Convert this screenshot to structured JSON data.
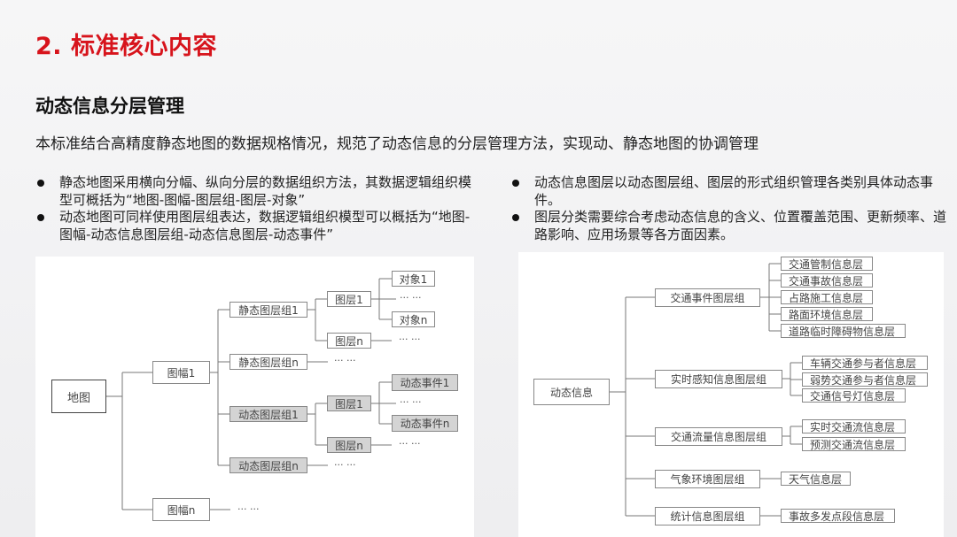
{
  "header": {
    "title": "2. 标准核心内容"
  },
  "section": {
    "subtitle": "动态信息分层管理",
    "description": "本标准结合高精度静态地图的数据规格情况，规范了动态信息的分层管理方法，实现动、静态地图的协调管理"
  },
  "bullets_left": [
    "静态地图采用横向分幅、纵向分层的数据组织方法，其数据逻辑组织模型可概括为“地图-图幅-图层组-图层-对象”",
    "动态地图可同样使用图层组表达，数据逻辑组织模型可以概括为“地图-图幅-动态信息图层组-动态信息图层-动态事件”"
  ],
  "bullets_right": [
    "动态信息图层以动态图层组、图层的形式组织管理各类别具体动态事件。",
    "图层分类需要综合考虑动态信息的含义、位置覆盖范围、更新频率、道路影响、应用场景等各方面因素。"
  ],
  "map_diagram": {
    "root": "地图",
    "sheet1": "图幅1",
    "sheetn": "图幅n",
    "static_group1": "静态图层组1",
    "static_groupn": "静态图层组n",
    "dynamic_group1": "动态图层组1",
    "dynamic_groupn": "动态图层组n",
    "layer1": "图层1",
    "layern": "图层n",
    "object1": "对象1",
    "objectn": "对象n",
    "event1": "动态事件1",
    "eventn": "动态事件n",
    "ellipsis": "··· ···"
  },
  "dynamic_diagram": {
    "root": "动态信息",
    "groups": [
      {
        "label": "交通事件图层组",
        "layers": [
          "交通管制信息层",
          "交通事故信息层",
          "占路施工信息层",
          "路面环境信息层",
          "道路临时障碍物信息层"
        ]
      },
      {
        "label": "实时感知信息图层组",
        "layers": [
          "车辆交通参与者信息层",
          "弱势交通参与者信息层",
          "交通信号灯信息层"
        ]
      },
      {
        "label": "交通流量信息图层组",
        "layers": [
          "实时交通流信息层",
          "预测交通流信息层"
        ]
      },
      {
        "label": "气象环境图层组",
        "layers": [
          "天气信息层"
        ]
      },
      {
        "label": "统计信息图层组",
        "layers": [
          "事故多发点段信息层"
        ]
      }
    ]
  }
}
